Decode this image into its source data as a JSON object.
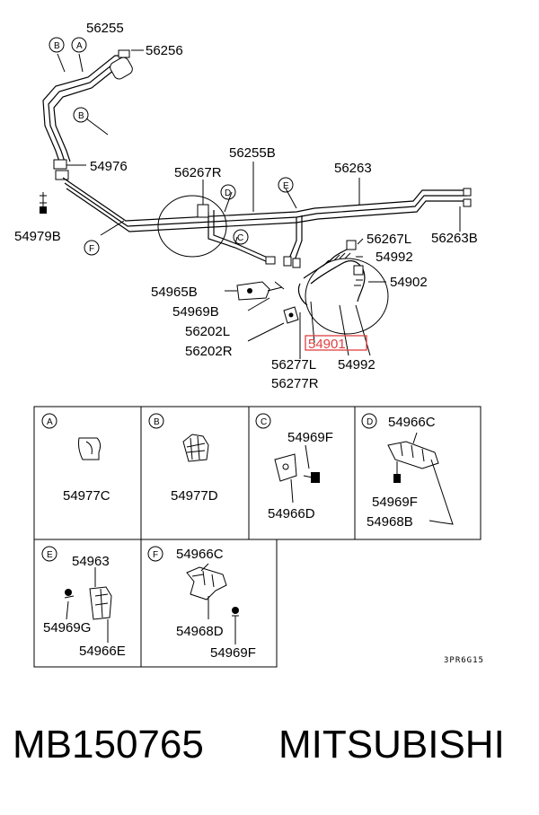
{
  "diagram": {
    "main_labels": {
      "p56255": "56255",
      "p56256": "56256",
      "p54976": "54976",
      "p54979B": "54979B",
      "p56267R": "56267R",
      "p56255B": "56255B",
      "p56263": "56263",
      "p56263B": "56263B",
      "p56267L": "56267L",
      "p54992a": "54992",
      "p54902": "54902",
      "p54965B": "54965B",
      "p54969B": "54969B",
      "p56202L": "56202L",
      "p56202R": "56202R",
      "p54901": "54901",
      "p56277L": "56277L",
      "p56277R": "56277R",
      "p54992b": "54992"
    },
    "callouts": {
      "A": "A",
      "B": "B",
      "C": "C",
      "D": "D",
      "E": "E",
      "F": "F"
    },
    "highlight_color": "#e04040",
    "detail_panels": {
      "A": {
        "letter": "A",
        "part": "54977C"
      },
      "B": {
        "letter": "B",
        "part": "54977D"
      },
      "C": {
        "letter": "C",
        "part1": "54969F",
        "part2": "54966D"
      },
      "D": {
        "letter": "D",
        "part1": "54966C",
        "part2": "54969F",
        "part3": "54968B"
      },
      "E": {
        "letter": "E",
        "part1": "54963",
        "part2": "54969G",
        "part3": "54966E"
      },
      "F": {
        "letter": "F",
        "part1": "54966C",
        "part2": "54968D",
        "part3": "54969F"
      }
    },
    "drawing_code": "3PR6G15"
  },
  "footer": {
    "part_number": "MB150765",
    "brand": "MITSUBISHI"
  }
}
